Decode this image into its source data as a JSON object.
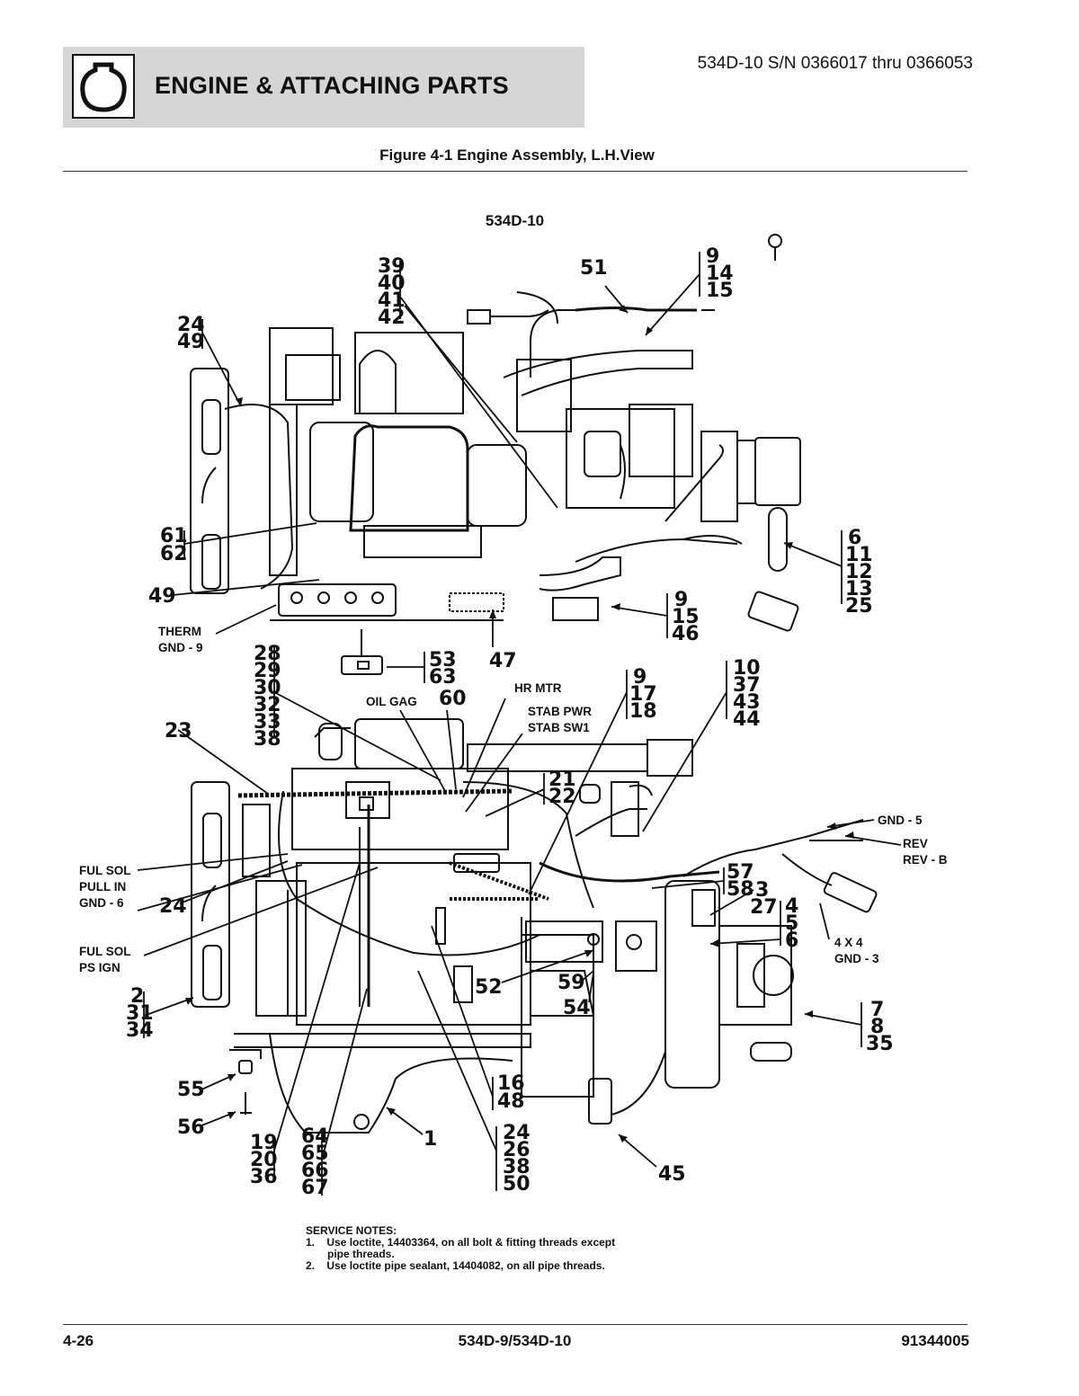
{
  "header": {
    "title": "ENGINE & ATTACHING PARTS",
    "serial": "534D-10 S/N 0366017 thru 0366053",
    "icon": "engine-section-icon"
  },
  "figure": {
    "title": "Figure 4-1 Engine Assembly, L.H.View",
    "model": "534D-10"
  },
  "callouts": {
    "c_39_42": [
      "39",
      "40",
      "41",
      "42"
    ],
    "c_51": "51",
    "c_9_14_15": [
      "9",
      "14",
      "15"
    ],
    "c_24_49": [
      "24",
      "49"
    ],
    "c_61_62": [
      "61",
      "62"
    ],
    "c_49": "49",
    "c_6_25": [
      "6",
      "11",
      "12",
      "13",
      "25"
    ],
    "c_9_15_46": [
      "9",
      "15",
      "46"
    ],
    "c_53_63": [
      "53",
      "63"
    ],
    "c_47": "47",
    "c_28_38": [
      "28",
      "29",
      "30",
      "32",
      "33",
      "38"
    ],
    "c_60": "60",
    "c_9_17_18": [
      "9",
      "17",
      "18"
    ],
    "c_10_44": [
      "10",
      "37",
      "43",
      "44"
    ],
    "c_23": "23",
    "c_21_22": [
      "21",
      "22"
    ],
    "c_57_58": [
      "57",
      "58"
    ],
    "c_3_27": [
      "3",
      "27"
    ],
    "c_4_6": [
      "4",
      "5",
      "6"
    ],
    "c_24": "24",
    "c_2_34": [
      "2",
      "31",
      "34"
    ],
    "c_52": "52",
    "c_59": "59",
    "c_54": "54",
    "c_7_35": [
      "7",
      "8",
      "35"
    ],
    "c_16_48": [
      "16",
      "48"
    ],
    "c_55": "55",
    "c_56": "56",
    "c_1": "1",
    "c_19_36": [
      "19",
      "20",
      "36"
    ],
    "c_64_67": [
      "64",
      "65",
      "66",
      "67"
    ],
    "c_24_50": [
      "24",
      "26",
      "38",
      "50"
    ],
    "c_45": "45"
  },
  "labels": {
    "therm": "THERM",
    "gnd9": "GND - 9",
    "oil_gag": "OIL GAG",
    "hr_mtr": "HR MTR",
    "stab_pwr": "STAB PWR",
    "stab_sw1": "STAB SW1",
    "gnd5": "GND - 5",
    "rev": "REV",
    "rev_b": "REV - B",
    "ful_sol": "FUL SOL",
    "pull_in": "PULL IN",
    "gnd6": "GND - 6",
    "ful_sol2": "FUL SOL",
    "ps_ign": "PS IGN",
    "four_x4": "4 X 4",
    "gnd3": "GND - 3"
  },
  "notes": {
    "heading": "SERVICE NOTES:",
    "n1_num": "1.",
    "n1": "Use loctite, 14403364, on all bolt & fitting threads except",
    "n1b": "pipe threads.",
    "n2_num": "2.",
    "n2": "Use loctite pipe sealant, 14404082, on all pipe threads."
  },
  "footer": {
    "page": "4-26",
    "model": "534D-9/534D-10",
    "doc": "91344005"
  }
}
